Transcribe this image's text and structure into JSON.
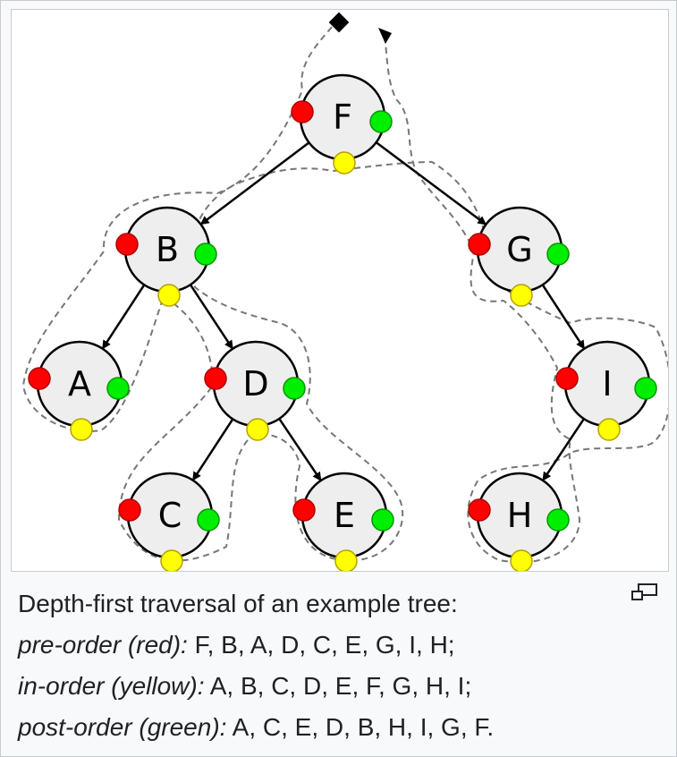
{
  "figure": {
    "caption_intro": "Depth-first traversal of an example tree:",
    "orders": [
      {
        "name": "pre-order (red):",
        "sequence": " F, B, A, D, C, E, G, I, H;"
      },
      {
        "name": "in-order (yellow):",
        "sequence": " A, B, C, D, E, F, G, H, I;"
      },
      {
        "name": "post-order (green):",
        "sequence": " A, C, E, D, B, H, I, G, F."
      }
    ],
    "magnify_icon": "enlarge-icon"
  },
  "tree": {
    "nodes": [
      {
        "id": "F",
        "label": "F"
      },
      {
        "id": "B",
        "label": "B"
      },
      {
        "id": "G",
        "label": "G"
      },
      {
        "id": "A",
        "label": "A"
      },
      {
        "id": "D",
        "label": "D"
      },
      {
        "id": "I",
        "label": "I"
      },
      {
        "id": "C",
        "label": "C"
      },
      {
        "id": "E",
        "label": "E"
      },
      {
        "id": "H",
        "label": "H"
      }
    ],
    "edges": [
      [
        "F",
        "B"
      ],
      [
        "F",
        "G"
      ],
      [
        "B",
        "A"
      ],
      [
        "B",
        "D"
      ],
      [
        "D",
        "C"
      ],
      [
        "D",
        "E"
      ],
      [
        "G",
        "I"
      ],
      [
        "I",
        "H"
      ]
    ],
    "colors": {
      "node_fill": "#eeeeee",
      "pre_order_marker": "#ff0000",
      "in_order_marker": "#ffff00",
      "post_order_marker": "#00ee00",
      "traversal_path": "#777777"
    }
  }
}
